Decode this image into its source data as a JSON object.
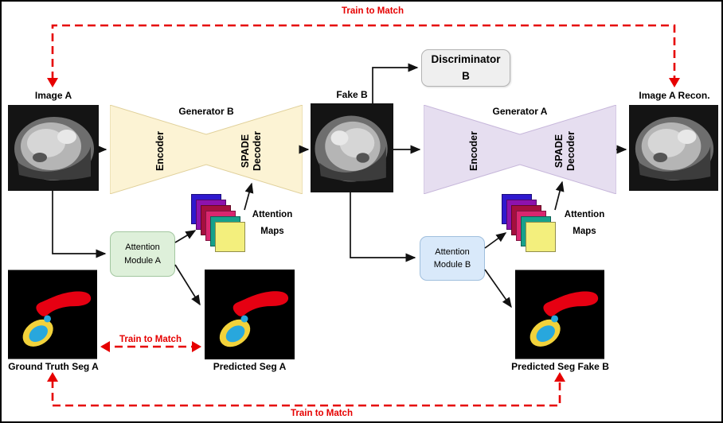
{
  "annotations": {
    "train_to_match_top": "Train to Match",
    "train_to_match_mid": "Train to Match",
    "train_to_match_bottom": "Train to Match"
  },
  "nodes": {
    "image_a": {
      "label": "Image A"
    },
    "generator_b": {
      "label": "Generator B",
      "encoder": "Encoder",
      "decoder": "SPADE Decoder"
    },
    "fake_b": {
      "label": "Fake B"
    },
    "discriminator_b": {
      "label": "Discriminator B"
    },
    "generator_a": {
      "label": "Generator A",
      "encoder": "Encoder",
      "decoder": "SPADE Decoder"
    },
    "image_a_recon": {
      "label": "Image A Recon."
    },
    "attention_module_a": {
      "label": "Attention Module A"
    },
    "attention_module_b": {
      "label": "Attention Module B"
    },
    "attention_maps_a": {
      "label": "Attention Maps"
    },
    "attention_maps_b": {
      "label": "Attention Maps"
    },
    "ground_truth_seg_a": {
      "label": "Ground Truth Seg A"
    },
    "predicted_seg_a": {
      "label": "Predicted Seg A"
    },
    "predicted_seg_fake_b": {
      "label": "Predicted Seg Fake B"
    }
  },
  "colors": {
    "generator_b_fill": "#fcf3d4",
    "generator_a_fill": "#e6def0",
    "discriminator_fill": "#efefef",
    "attention_module_a_fill": "#def0da",
    "attention_module_b_fill": "#d9e9fa",
    "train_to_match_red": "#e60000",
    "attention_map_stack": [
      "#2f19ce",
      "#8d12ad",
      "#a50f3f",
      "#d9266f",
      "#17a18b",
      "#f3ef7d"
    ],
    "segmentation": {
      "red": "#e60012",
      "yellow": "#f2d23b",
      "blue": "#28a7dd",
      "background": "#000000"
    }
  }
}
